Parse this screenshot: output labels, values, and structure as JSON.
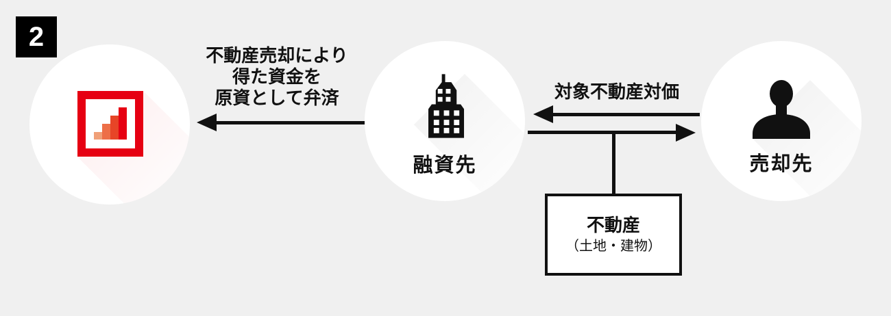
{
  "badge": {
    "number": "2"
  },
  "colors": {
    "accent_red": "#e60012",
    "ink": "#111111",
    "background": "#f0f0f0"
  },
  "logo": {
    "frame_color": "#e60012",
    "bar_colors": [
      "#f0a078",
      "#ed6f48",
      "#e74527",
      "#e60012"
    ]
  },
  "nodes": {
    "funder": {
      "label": "融資先"
    },
    "buyer": {
      "label": "売却先"
    }
  },
  "flows": {
    "repayment": {
      "lines": [
        "不動産売却により",
        "得た資金を",
        "原資として弁済"
      ]
    },
    "consideration": {
      "label": "対象不動産対価"
    }
  },
  "property_box": {
    "title": "不動産",
    "subtitle": "（土地・建物）"
  }
}
